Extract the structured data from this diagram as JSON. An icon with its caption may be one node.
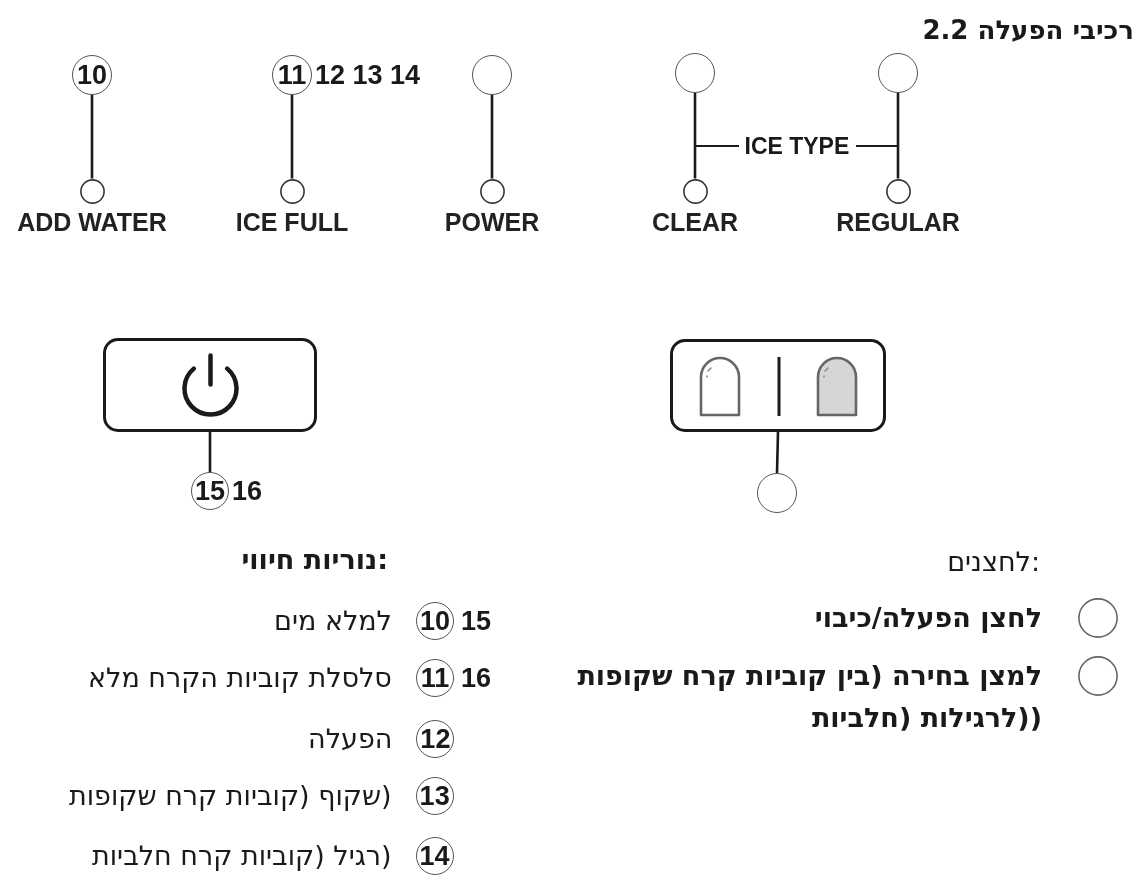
{
  "diagram": {
    "title": "רכיבי הפעלה 2.2",
    "nodes": [
      {
        "text": [
          "10"
        ]
      },
      {
        "text": [
          "11"
        ],
        "beside": [
          "12 13 14"
        ]
      },
      {
        "text": [],
        "shape": "circle"
      },
      {
        "text": [],
        "shape": "circle"
      },
      {
        "text": [],
        "shape": "circle"
      },
      {
        "text": [
          "ADD WATER"
        ]
      },
      {
        "text": [
          "ICE FULL"
        ]
      },
      {
        "text": [
          "POWER"
        ]
      },
      {
        "text": [
          "CLEAR"
        ]
      },
      {
        "text": [
          "REGULAR"
        ]
      },
      {
        "text": [],
        "shape": "box"
      },
      {
        "text": [],
        "shape": "box"
      },
      {
        "text": [
          "15"
        ],
        "beside": [
          "16"
        ]
      },
      {
        "text": [],
        "shape": "circle"
      },
      {
        "text": [
          "10"
        ],
        "beside": [
          "15",
          "למלא מים"
        ]
      },
      {
        "text": [
          "11"
        ],
        "beside": [
          "16",
          "סלסלת קוביות הקרח מלא"
        ]
      },
      {
        "text": [
          "12"
        ],
        "beside": [
          "הפעלה"
        ]
      },
      {
        "text": [
          "13"
        ],
        "beside": [
          "(שקוף (קוביות קרח שקופות"
        ]
      },
      {
        "text": [
          "14"
        ],
        "beside": [
          "(רגיל (קוביות קרח חלביות"
        ]
      }
    ],
    "edges": [
      {
        "from": 0,
        "to": 5,
        "arrow": "none"
      },
      {
        "from": 1,
        "to": 6,
        "arrow": "none"
      },
      {
        "from": 2,
        "to": 7,
        "arrow": "none"
      },
      {
        "from": 3,
        "to": 8,
        "arrow": "none"
      },
      {
        "from": 4,
        "to": 9,
        "arrow": "none"
      },
      {
        "from": 12,
        "to": 10,
        "arrow": "none"
      },
      {
        "from": 13,
        "to": 11,
        "arrow": "none"
      }
    ],
    "labels": [
      "ICE TYPE",
      ":לחצנים",
      ":נוריות חיווי"
    ],
    "legend": [
      {
        "text": "לחצן הפעלה/כיבוי"
      },
      {
        "text": "למצן בחירה (בין קוביות קרח שקופות ((לרגילות (חלביות"
      }
    ]
  }
}
